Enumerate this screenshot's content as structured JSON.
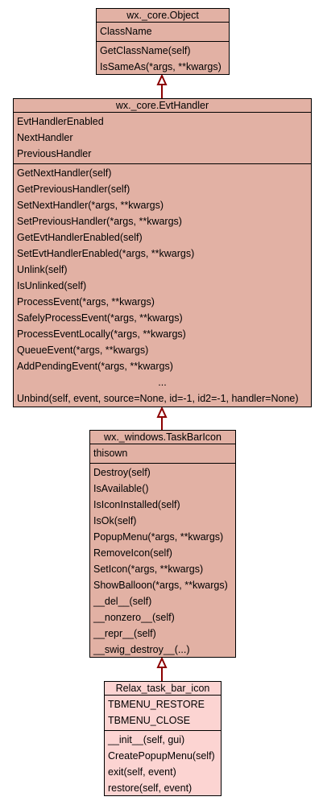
{
  "colors": {
    "base_fill": "#e2b1a4",
    "leaf_fill": "#fcd4d2",
    "arrow": "#8b0000"
  },
  "classes": {
    "object": {
      "title": "wx._core.Object",
      "attributes": [
        "ClassName"
      ],
      "methods": [
        "GetClassName(self)",
        "IsSameAs(*args, **kwargs)"
      ]
    },
    "evthandler": {
      "title": "wx._core.EvtHandler",
      "attributes": [
        "EvtHandlerEnabled",
        "NextHandler",
        "PreviousHandler"
      ],
      "methods": [
        "GetNextHandler(self)",
        "GetPreviousHandler(self)",
        "SetNextHandler(*args, **kwargs)",
        "SetPreviousHandler(*args, **kwargs)",
        "GetEvtHandlerEnabled(self)",
        "SetEvtHandlerEnabled(*args, **kwargs)",
        "Unlink(self)",
        "IsUnlinked(self)",
        "ProcessEvent(*args, **kwargs)",
        "SafelyProcessEvent(*args, **kwargs)",
        "ProcessEventLocally(*args, **kwargs)",
        "QueueEvent(*args, **kwargs)",
        "AddPendingEvent(*args, **kwargs)",
        "...",
        "Unbind(self, event, source=None, id=-1, id2=-1, handler=None)"
      ]
    },
    "taskbaricon": {
      "title": "wx._windows.TaskBarIcon",
      "attributes": [
        "thisown"
      ],
      "methods": [
        "Destroy(self)",
        "IsAvailable()",
        "IsIconInstalled(self)",
        "IsOk(self)",
        "PopupMenu(*args, **kwargs)",
        "RemoveIcon(self)",
        "SetIcon(*args, **kwargs)",
        "ShowBalloon(*args, **kwargs)",
        "__del__(self)",
        "__nonzero__(self)",
        "__repr__(self)",
        "__swig_destroy__(...)"
      ]
    },
    "relax": {
      "title": "Relax_task_bar_icon",
      "attributes": [
        "TBMENU_RESTORE",
        "TBMENU_CLOSE"
      ],
      "methods": [
        "__init__(self, gui)",
        "CreatePopupMenu(self)",
        "exit(self, event)",
        "restore(self, event)"
      ]
    }
  }
}
